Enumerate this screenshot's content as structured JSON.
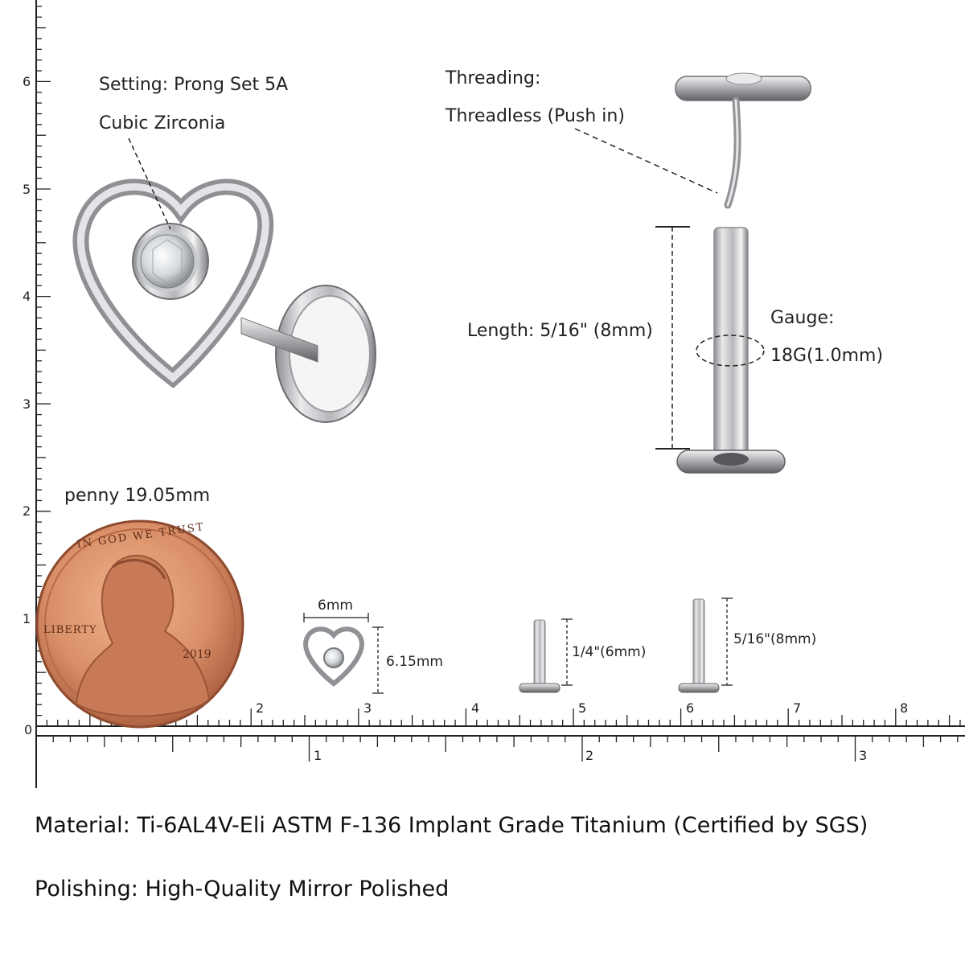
{
  "ruler": {
    "mm_labels": [
      "2",
      "3",
      "4",
      "5",
      "6",
      "7",
      "8"
    ],
    "inch_labels": [
      "1",
      "2",
      "3"
    ],
    "left_labels": [
      "6",
      "5",
      "4",
      "3",
      "2",
      "1",
      "0"
    ]
  },
  "labels": {
    "setting": "Setting: Prong Set 5A",
    "stone": "Cubic Zirconia",
    "threading_title": "Threading:",
    "threading_value": "Threadless (Push in)",
    "length": "Length: 5/16\" (8mm)",
    "gauge_title": "Gauge:",
    "gauge_value": "18G(1.0mm)",
    "penny": "penny 19.05mm",
    "penny_liberty": "LIBERTY",
    "penny_year": "2019",
    "penny_motto": "IN GOD WE TRUST",
    "heart_width": "6mm",
    "heart_height": "6.15mm",
    "post_short": "1/4\"(6mm)",
    "post_long": "5/16\"(8mm)"
  },
  "material": "Material: Ti-6AL4V-Eli ASTM F-136 Implant Grade Titanium (Certified by SGS)",
  "polishing": "Polishing: High-Quality Mirror Polished"
}
